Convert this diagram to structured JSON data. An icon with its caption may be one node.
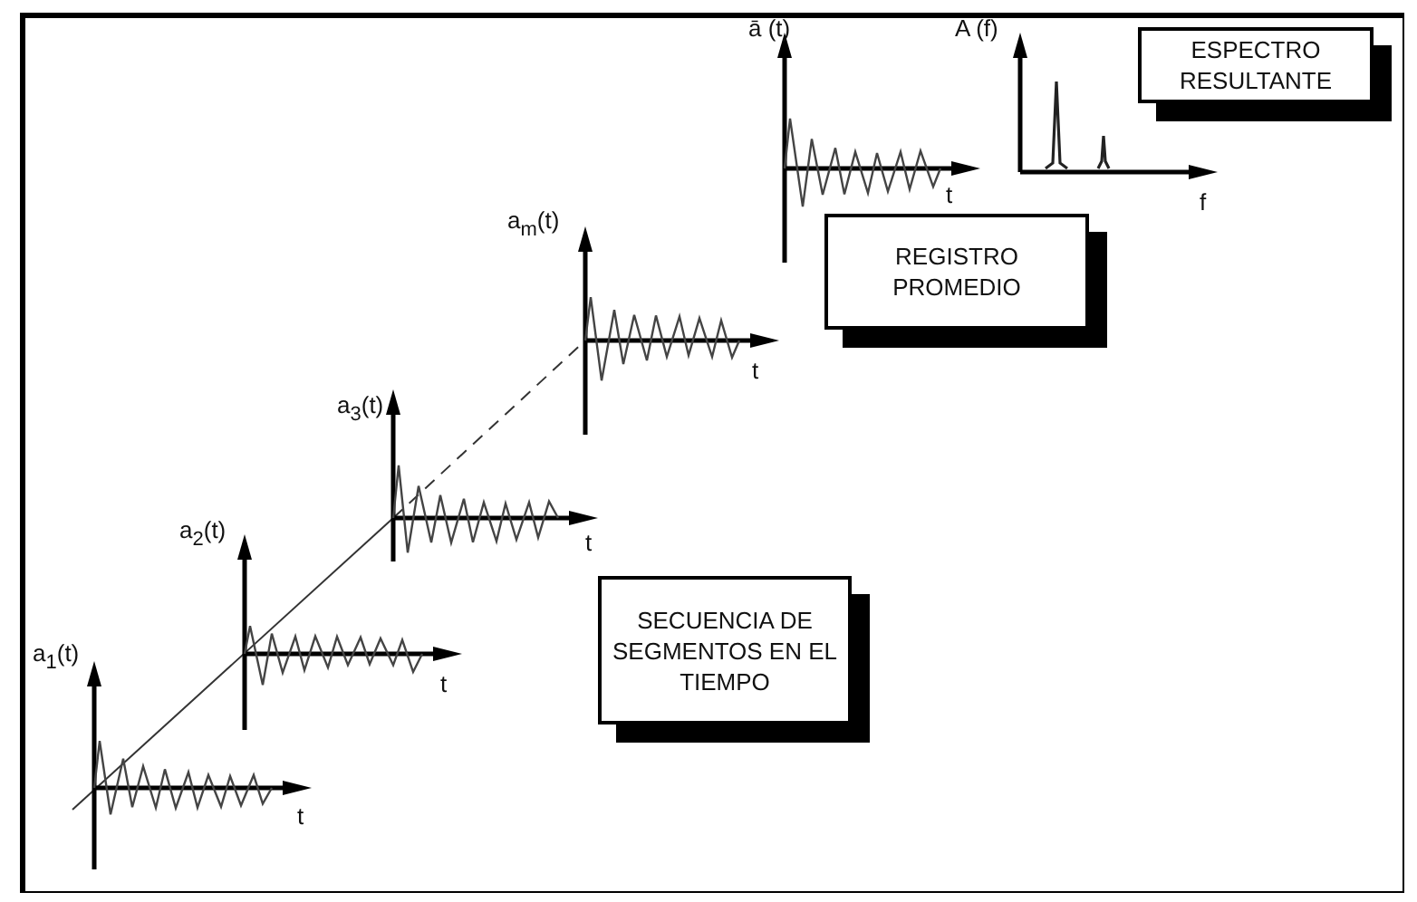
{
  "diagram": {
    "nodes": [
      {
        "text": [
          "ESPECTRO RESULTANTE"
        ]
      },
      {
        "text": [
          "REGISTRO PROMEDIO"
        ]
      },
      {
        "text": [
          "SECUENCIA DE SEGMENTOS EN EL TIEMPO"
        ]
      }
    ],
    "labels": [
      "ā (t)",
      "A (f)",
      "t",
      "f",
      "a$_{m}$(t)",
      "t",
      "a$_{3}$(t)",
      "a$_{2}$(t)",
      "t",
      "t",
      "a$_{1}$(t)",
      "t"
    ]
  }
}
